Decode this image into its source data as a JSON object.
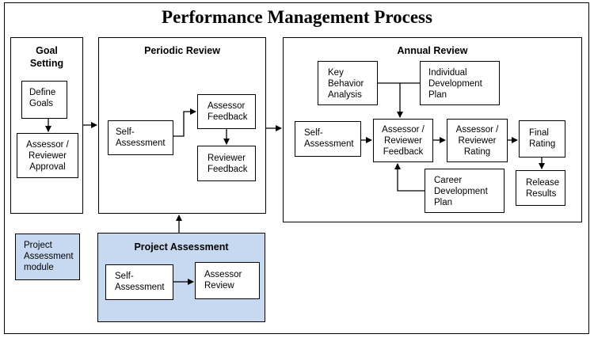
{
  "title": "Performance Management Process",
  "goal_setting": {
    "title": "Goal\nSetting",
    "define_goals": "Define\nGoals",
    "approval": "Assessor /\nReviewer\nApproval"
  },
  "periodic_review": {
    "title": "Periodic Review",
    "self_assessment": "Self-\nAssessment",
    "assessor_feedback": "Assessor\nFeedback",
    "reviewer_feedback": "Reviewer\nFeedback"
  },
  "annual_review": {
    "title": "Annual Review",
    "key_behavior": "Key\nBehavior\nAnalysis",
    "individual_plan": "Individual\nDevelopment\nPlan",
    "self_assessment": "Self-\nAssessment",
    "assessor_reviewer_feedback": "Assessor /\nReviewer\nFeedback",
    "assessor_reviewer_rating": "Assessor /\nReviewer\nRating",
    "final_rating": "Final\nRating",
    "release_results": "Release\nResults",
    "career_plan": "Career\nDevelopment\nPlan"
  },
  "project_assessment": {
    "title": "Project Assessment",
    "self_assessment": "Self-\nAssessment",
    "assessor_review": "Assessor\nReview"
  },
  "legend": {
    "label": "Project\nAssessment\nmodule"
  },
  "colors": {
    "module_fill": "#c6d9f1",
    "line": "#000000"
  }
}
